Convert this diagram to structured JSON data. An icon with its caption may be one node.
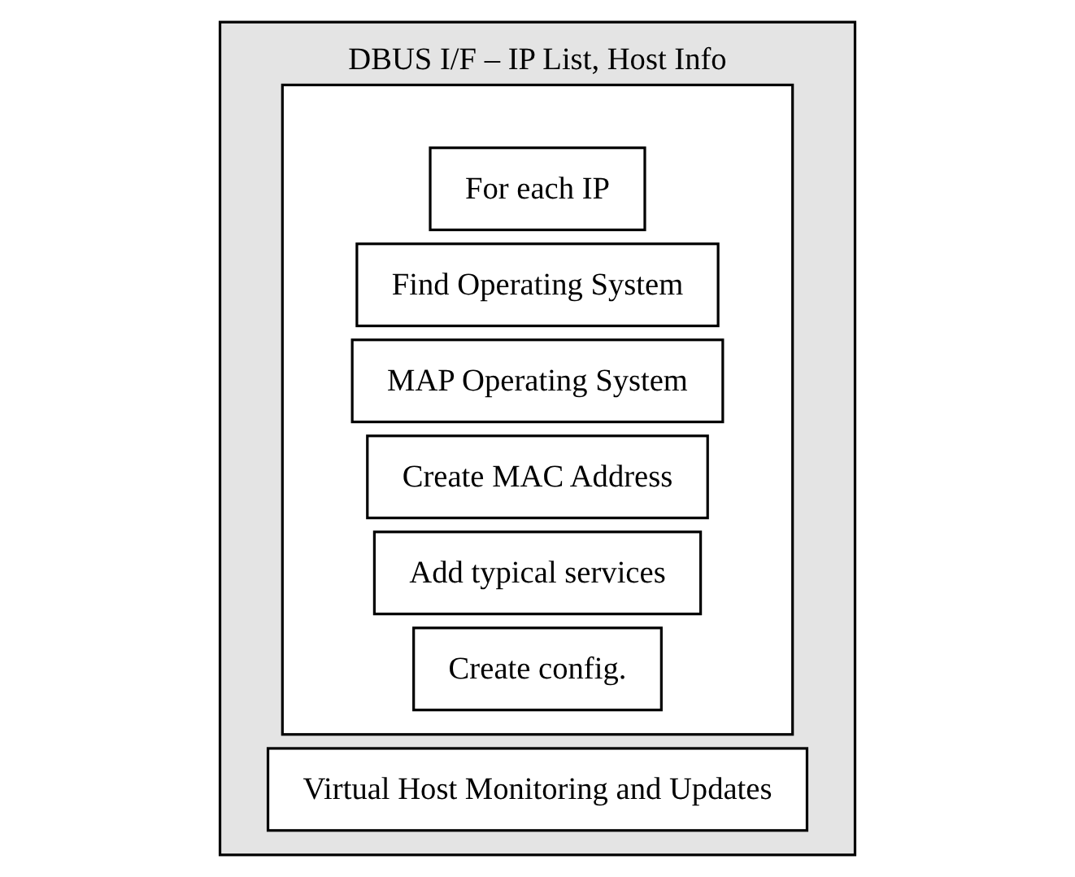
{
  "diagram": {
    "nodes": [
      {
        "text": [
          "DBUS I/F – IP List, Host Info"
        ]
      },
      {
        "text": [],
        "shape": "box",
        "in": 0
      },
      {
        "text": [
          "For each IP"
        ],
        "in": 1
      },
      {
        "text": [
          "Find Operating System"
        ],
        "in": 1
      },
      {
        "text": [
          "MAP Operating System"
        ],
        "in": 1
      },
      {
        "text": [
          "Create MAC Address"
        ],
        "in": 1
      },
      {
        "text": [
          "Add typical services"
        ],
        "in": 1
      },
      {
        "text": [
          "Create config."
        ],
        "in": 1
      },
      {
        "text": [
          "Virtual Host Monitoring and Updates"
        ],
        "in": 0
      }
    ],
    "edges": []
  }
}
